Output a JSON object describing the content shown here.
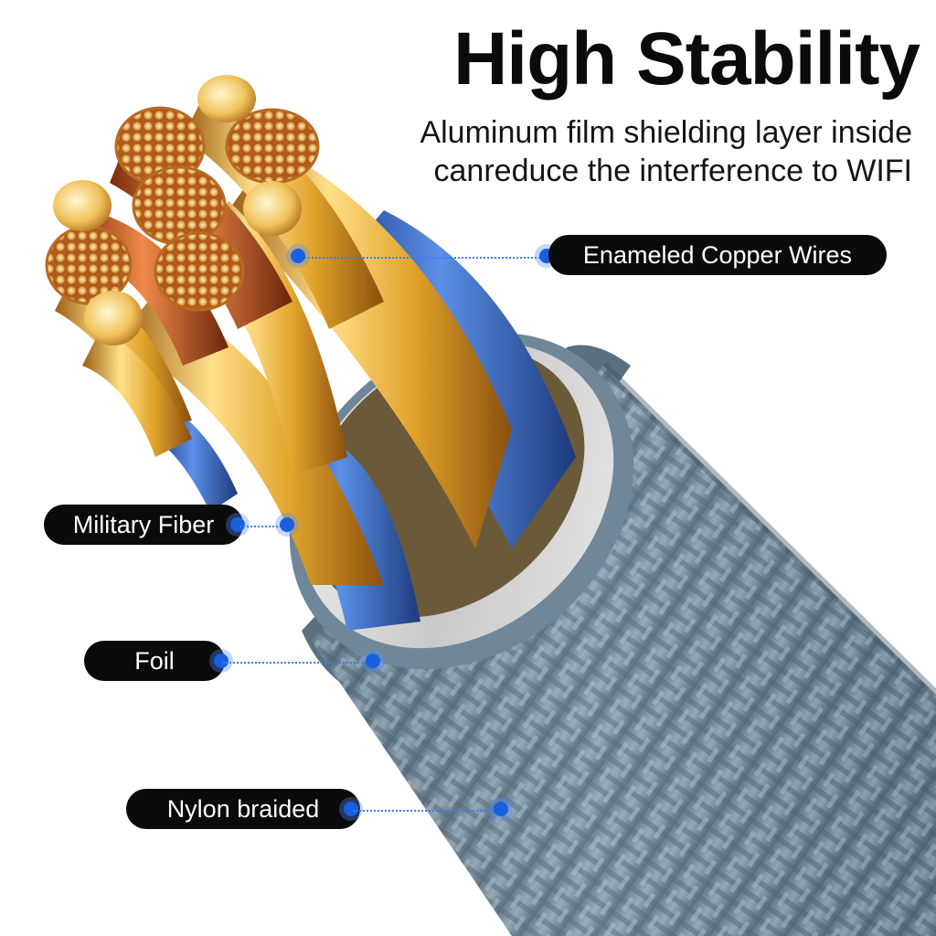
{
  "heading": {
    "title": "High Stability",
    "subtitle_line1": "Aluminum film shielding layer inside",
    "subtitle_line2": "canreduce the interference to WIFI"
  },
  "callouts": {
    "enameled": "Enameled Copper Wires",
    "military": "Military Fiber",
    "foil": "Foil",
    "nylon": "Nylon braided"
  },
  "colors": {
    "accent_dot": "#1a5fe0",
    "label_bg": "#0b0b0b",
    "braid": "#7f95a4",
    "sleeve": "#3f73c9",
    "gold": "#e3a72c",
    "copper": "#c9682e"
  }
}
